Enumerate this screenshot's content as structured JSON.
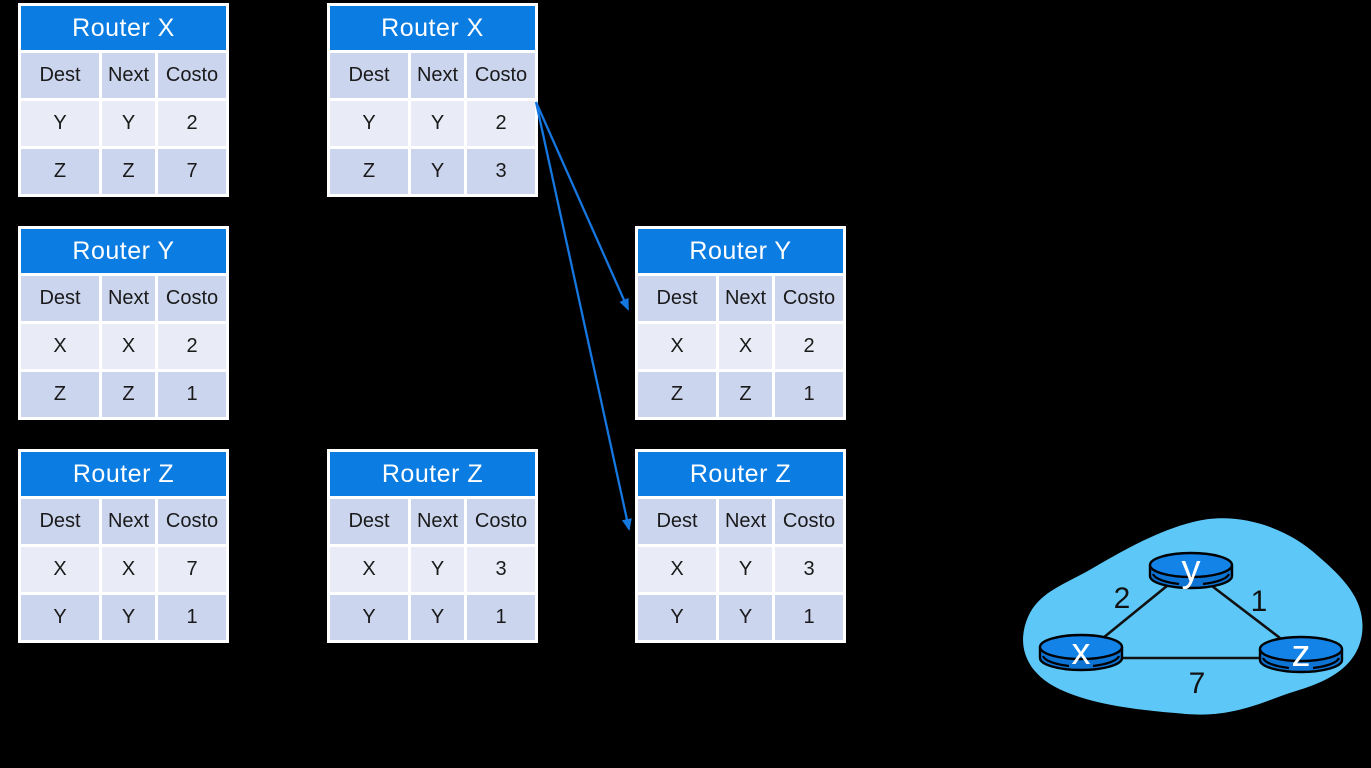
{
  "tables": [
    {
      "title": "Router X",
      "columns": [
        "Dest",
        "Next",
        "Costo"
      ],
      "rows": [
        [
          "Y",
          "Y",
          "2"
        ],
        [
          "Z",
          "Z",
          "7"
        ]
      ]
    },
    {
      "title": "Router X",
      "columns": [
        "Dest",
        "Next",
        "Costo"
      ],
      "rows": [
        [
          "Y",
          "Y",
          "2"
        ],
        [
          "Z",
          "Y",
          "3"
        ]
      ]
    },
    {
      "title": "Router Y",
      "columns": [
        "Dest",
        "Next",
        "Costo"
      ],
      "rows": [
        [
          "X",
          "X",
          "2"
        ],
        [
          "Z",
          "Z",
          "1"
        ]
      ]
    },
    {
      "title": "Router Y",
      "columns": [
        "Dest",
        "Next",
        "Costo"
      ],
      "rows": [
        [
          "X",
          "X",
          "2"
        ],
        [
          "Z",
          "Z",
          "1"
        ]
      ]
    },
    {
      "title": "Router Z",
      "columns": [
        "Dest",
        "Next",
        "Costo"
      ],
      "rows": [
        [
          "X",
          "X",
          "7"
        ],
        [
          "Y",
          "Y",
          "1"
        ]
      ]
    },
    {
      "title": "Router Z",
      "columns": [
        "Dest",
        "Next",
        "Costo"
      ],
      "rows": [
        [
          "X",
          "Y",
          "3"
        ],
        [
          "Y",
          "Y",
          "1"
        ]
      ]
    },
    {
      "title": "Router Z",
      "columns": [
        "Dest",
        "Next",
        "Costo"
      ],
      "rows": [
        [
          "X",
          "Y",
          "3"
        ],
        [
          "Y",
          "Y",
          "1"
        ]
      ]
    }
  ],
  "arrows": [
    {
      "from": "routing-table-x-2",
      "to": "routing-table-y-3"
    },
    {
      "from": "routing-table-x-2",
      "to": "routing-table-z-3"
    }
  ],
  "network": {
    "nodes": [
      {
        "label": "y"
      },
      {
        "label": "x"
      },
      {
        "label": "z"
      }
    ],
    "links": [
      {
        "from": "x",
        "to": "y",
        "cost": "2"
      },
      {
        "from": "y",
        "to": "z",
        "cost": "1"
      },
      {
        "from": "x",
        "to": "z",
        "cost": "7"
      }
    ]
  },
  "colors": {
    "background": "#000000",
    "table_header_blue": "#0b7ce2",
    "row_dark": "#ccd5ee",
    "row_light": "#e9ecf6",
    "table_border": "#ffffff",
    "arrow_blue": "#1577e0",
    "cloud_blue": "#5dc8f7",
    "router_blue": "#1080e0"
  }
}
